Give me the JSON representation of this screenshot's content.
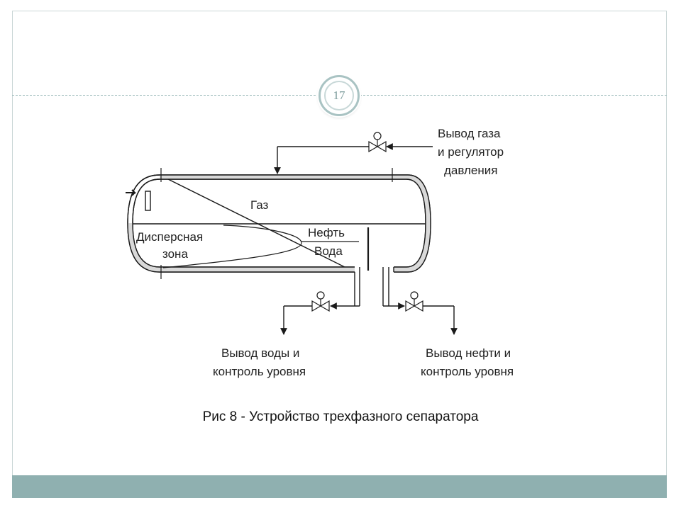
{
  "slide": {
    "page_number": "17",
    "caption": "Рис 8 - Устройство трехфазного сепаратора"
  },
  "diagram": {
    "labels": {
      "gas_outlet_line1": "Вывод газа",
      "gas_outlet_line2": "и регулятор",
      "gas_outlet_line3": "давления",
      "gas": "Газ",
      "oil": "Нефть",
      "water": "Вода",
      "dispersed_line1": "Дисперсная",
      "dispersed_line2": "зона",
      "water_outlet_line1": "Вывод воды и",
      "water_outlet_line2": "контроль уровня",
      "oil_outlet_line1": "Вывод нефти и",
      "oil_outlet_line2": "контроль уровня"
    }
  },
  "colors": {
    "frame_border": "#c9d6d6",
    "footer_band": "#8fb0b0",
    "line": "#1a1a1a",
    "shell_fill": "#d9d9d9"
  }
}
